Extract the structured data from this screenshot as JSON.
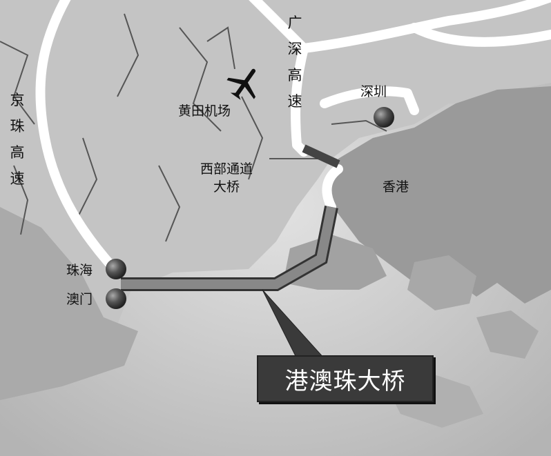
{
  "labels": {
    "guangshen_highway": "广深高速",
    "shenzhen": "深圳",
    "airport": "黄田机场",
    "jingzhu_highway": "京珠高速",
    "western_corridor_line1": "西部通道",
    "western_corridor_line2": "大桥",
    "hongkong": "香港",
    "zhuhai": "珠海",
    "macau": "澳门",
    "bridge_callout": "港澳珠大桥"
  },
  "icons": {
    "airport": "airplane-icon",
    "city": "sphere-marker"
  },
  "colors": {
    "sea": "#c9c9c9",
    "land": "#b0b0b0",
    "hongkong": "#9a9a9a",
    "road": "#ffffff",
    "bridge": "#6a6a6a",
    "callout": "#3a3a3a"
  }
}
